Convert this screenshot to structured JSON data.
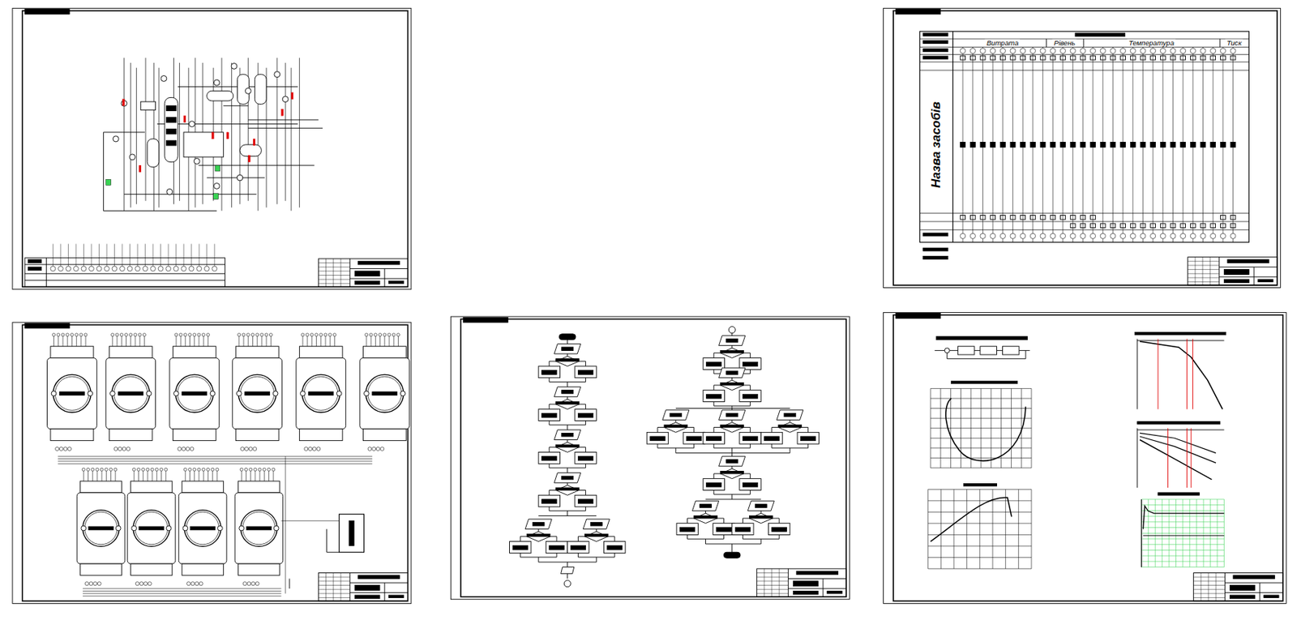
{
  "diagram": {
    "labels": [
      "Витрата",
      "Рівень",
      "Температура",
      "Тиск",
      "Назва засобів"
    ]
  }
}
